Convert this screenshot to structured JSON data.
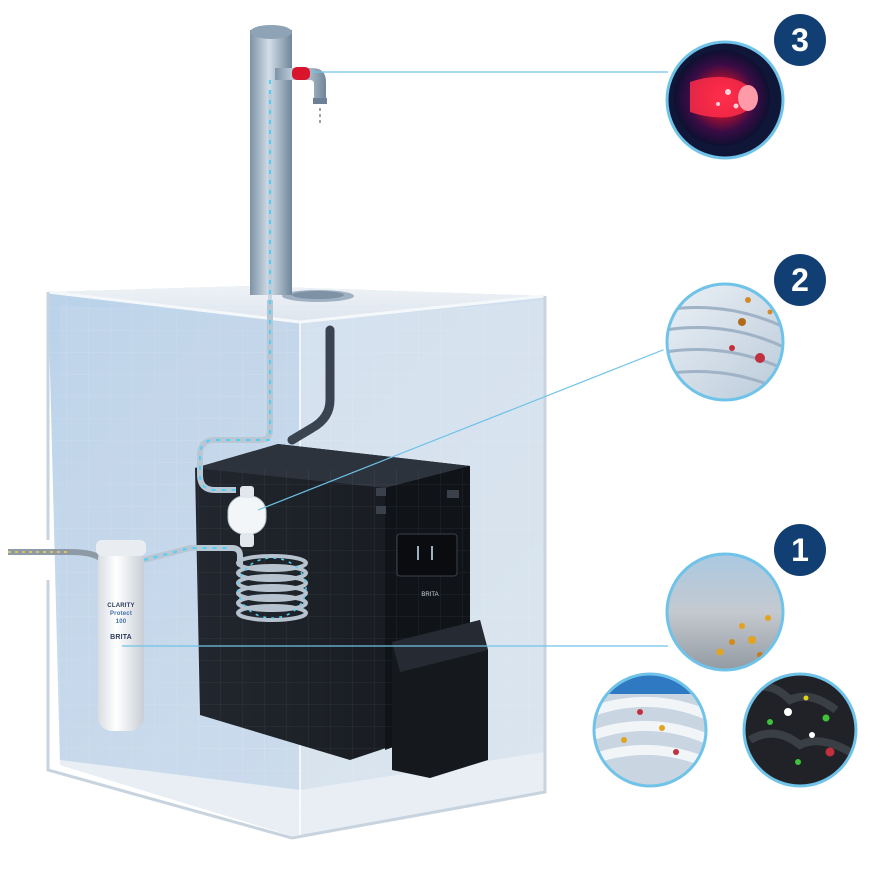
{
  "steps": [
    {
      "number": "3"
    },
    {
      "number": "2"
    },
    {
      "number": "1"
    }
  ],
  "filter": {
    "line1": "CLARITY",
    "line2": "Protect",
    "line3": "100",
    "brand": "BRITA"
  },
  "dispenser": {
    "brand": "BRITA"
  },
  "colors": {
    "badge": "#123f73",
    "callout_line": "#6fc3e8",
    "water_flow": "#4fd0f5",
    "cabinet": "#dde6ef",
    "unit": "#1b1f26"
  }
}
